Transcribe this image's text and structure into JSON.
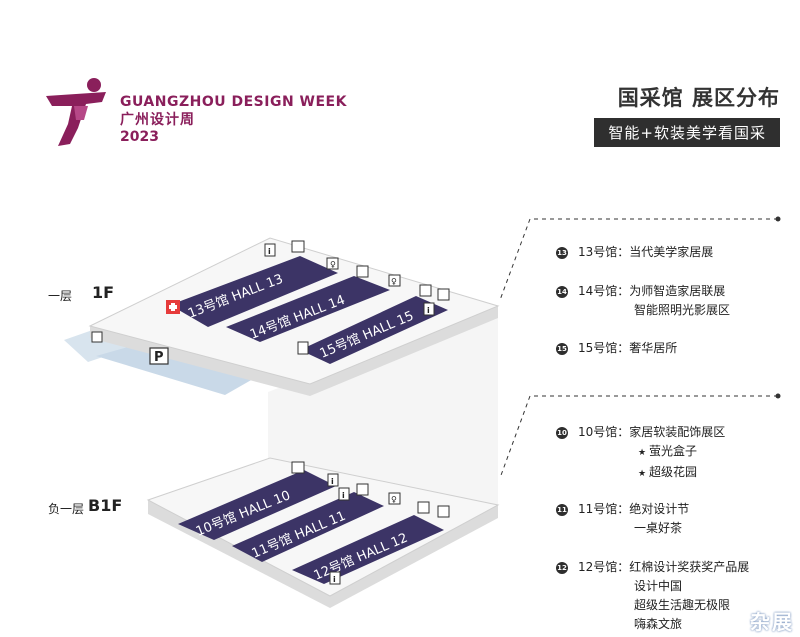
{
  "logo": {
    "line1": "GUANGZHOU DESIGN WEEK",
    "line2": "广州设计周",
    "line3": "2023",
    "color": "#8a1f5b"
  },
  "title": {
    "main": "国采馆 展区分布",
    "sub": "智能+软装美学看国采"
  },
  "floors": {
    "upper": {
      "label": "一层",
      "code": "1F"
    },
    "lower": {
      "label": "负一层",
      "code": "B1F"
    }
  },
  "halls": {
    "h13": "13号馆 HALL 13",
    "h14": "14号馆 HALL 14",
    "h15": "15号馆 HALL 15",
    "h10": "10号馆 HALL 10",
    "h11": "11号馆 HALL 11",
    "h12": "12号馆 HALL 12",
    "color": "#3c3466"
  },
  "parking": "P",
  "legend": {
    "hall13": {
      "num": "13",
      "text": "13号馆：当代美学家居展"
    },
    "hall14": {
      "num": "14",
      "text": "14号馆：为师智造家居联展",
      "line2": "智能照明光影展区"
    },
    "hall15": {
      "num": "15",
      "text": "15号馆：奢华居所"
    },
    "hall10": {
      "num": "10",
      "text": "10号馆：家居软装配饰展区",
      "items": [
        "萤光盒子",
        "超级花园"
      ]
    },
    "hall11": {
      "num": "11",
      "text": "11号馆：绝对设计节",
      "line2": "一桌好茶"
    },
    "hall12": {
      "num": "12",
      "text": "12号馆：红棉设计奖获奖产品展",
      "lines": [
        "设计中国",
        "超级生活趣无极限",
        "嗨森文旅"
      ]
    }
  },
  "watermark": "杂展"
}
